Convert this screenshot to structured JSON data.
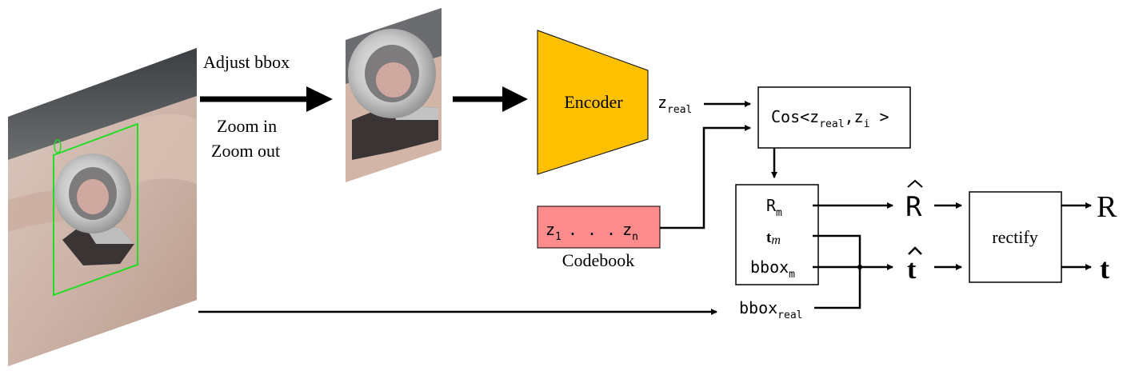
{
  "labels": {
    "adjust": "Adjust bbox",
    "zoom_in": "Zoom in",
    "zoom_out": "Zoom out",
    "encoder": "Encoder",
    "codebook": "Codebook",
    "rectify": "rectify",
    "z_real_main": "z",
    "z_real_sub": "real",
    "cos_prefix": "Cos<",
    "cos_z": "z",
    "cos_real": "real",
    "cos_comma": ",",
    "cos_zi": "z",
    "cos_i": "i",
    "cos_suffix": " >",
    "codebook_z1": "z",
    "codebook_1": "1",
    "codebook_dots": ". . .",
    "codebook_zn": "z",
    "codebook_n": "n",
    "r_main": "R",
    "r_sub": "m",
    "t_main": "t",
    "t_sub": "m",
    "bbox_main": "bbox",
    "bbox_sub": "m",
    "bbox_real_main": "bbox",
    "bbox_real_sub": "real",
    "r_hat": "R",
    "t_hat": "t",
    "r_out": "R",
    "t_out": "t"
  },
  "colors": {
    "encoder": "#FFC000",
    "codebook": "#FF8C8C",
    "bbox_outline": "#22DD22"
  }
}
